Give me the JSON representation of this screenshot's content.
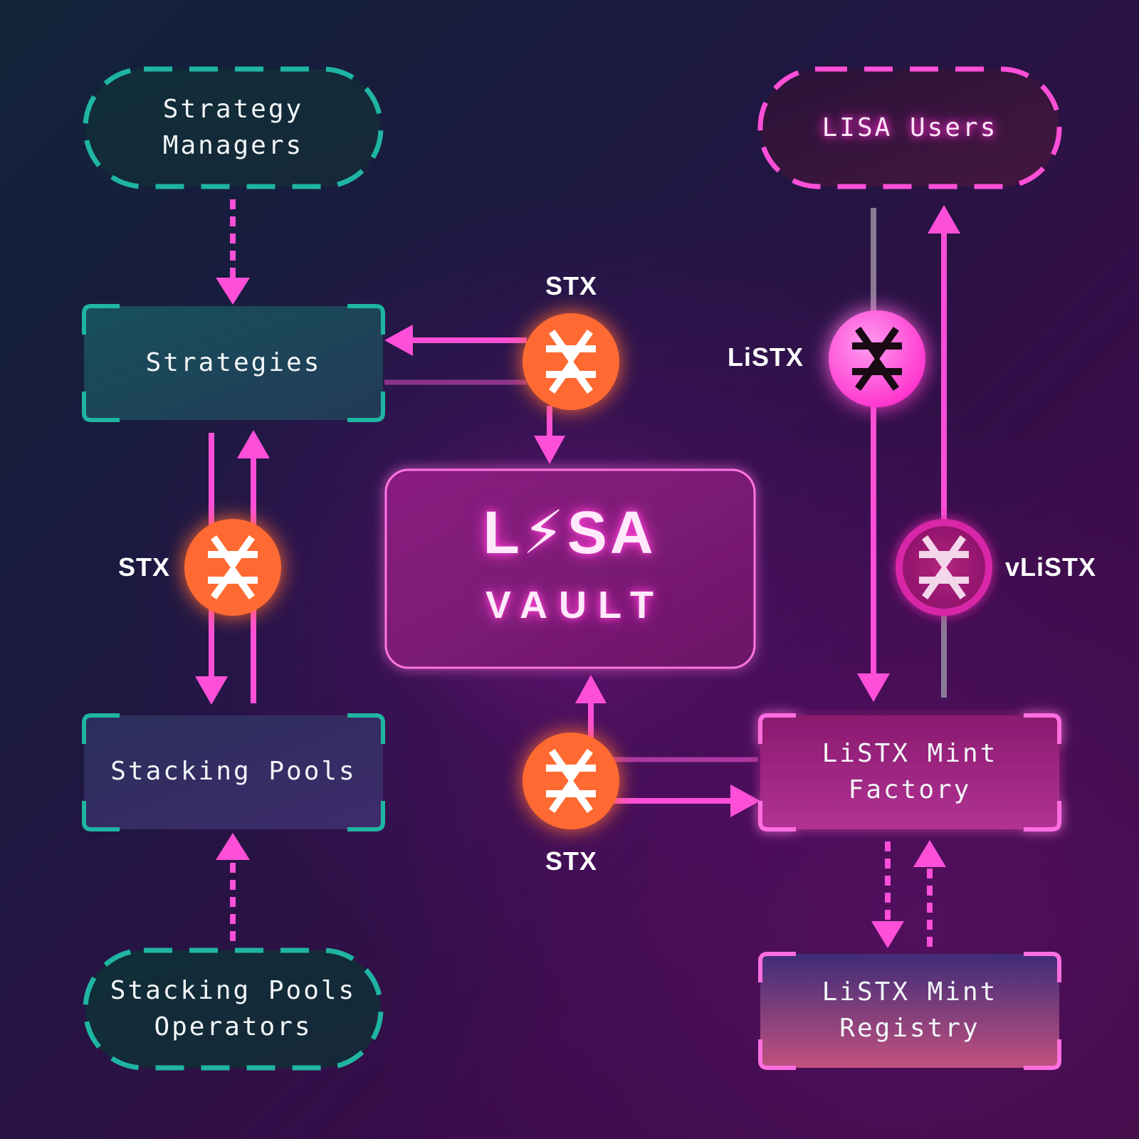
{
  "nodes": {
    "strategy_managers": "Strategy\nManagers",
    "strategies": "Strategies",
    "stacking_pools": "Stacking Pools",
    "stacking_pools_operators": "Stacking Pools\nOperators",
    "lisa_users": "LISA Users",
    "listx_mint_factory": "LiSTX Mint\nFactory",
    "listx_mint_registry": "LiSTX Mint\nRegistry"
  },
  "vault": {
    "brand": "L⚡SA",
    "label": "VAULT"
  },
  "tokens": {
    "top": "STX",
    "left": "STX",
    "bottom": "STX",
    "listx": "LiSTX",
    "vlistx": "vLiSTX"
  },
  "colors": {
    "teal": "#1fb5a2",
    "pink": "#ff4fd8",
    "orange": "#ff6a30",
    "magenta_coin": "#ff39cf",
    "dark_coin": "#a8187e"
  },
  "icons": {
    "token_symbol": "stacks-icon"
  }
}
